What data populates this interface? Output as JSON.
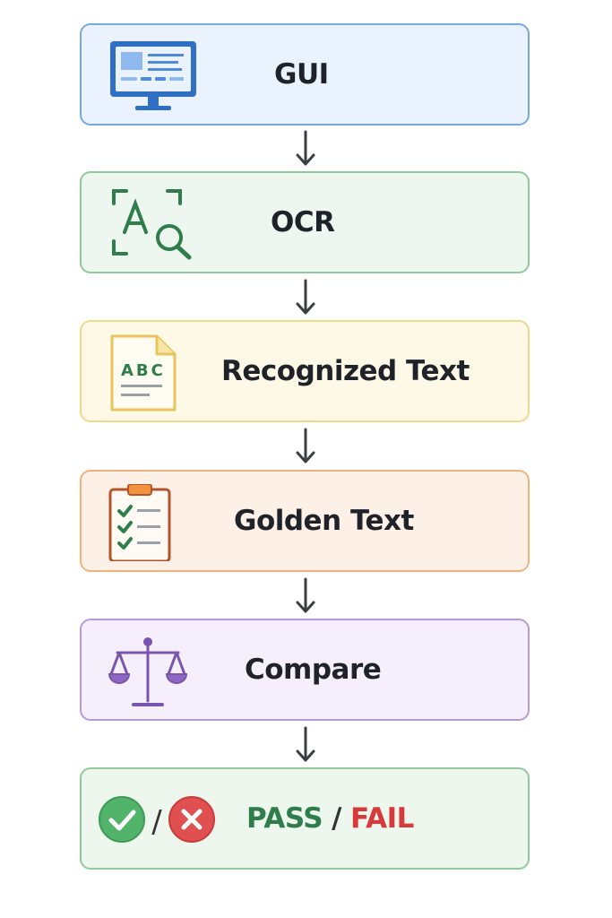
{
  "steps": [
    {
      "label": "GUI",
      "icon": "monitor-icon"
    },
    {
      "label": "OCR",
      "icon": "text-scan-icon"
    },
    {
      "label": "Recognized Text",
      "icon": "document-icon",
      "icon_text": "ABC"
    },
    {
      "label": "Golden Text",
      "icon": "checklist-clipboard-icon"
    },
    {
      "label": "Compare",
      "icon": "balance-scale-icon"
    }
  ],
  "result": {
    "pass_label": "PASS",
    "separator": "/",
    "fail_label": "FAIL",
    "icon_separator": "/",
    "pass_icon": "check-circle-icon",
    "fail_icon": "x-circle-icon"
  },
  "colors": {
    "blue": "#76a9e2",
    "green": "#2e7d4a",
    "yellow": "#f2d98a",
    "orange": "#f0b27c",
    "purple": "#7a55b0",
    "fail_red": "#d63a3a"
  }
}
